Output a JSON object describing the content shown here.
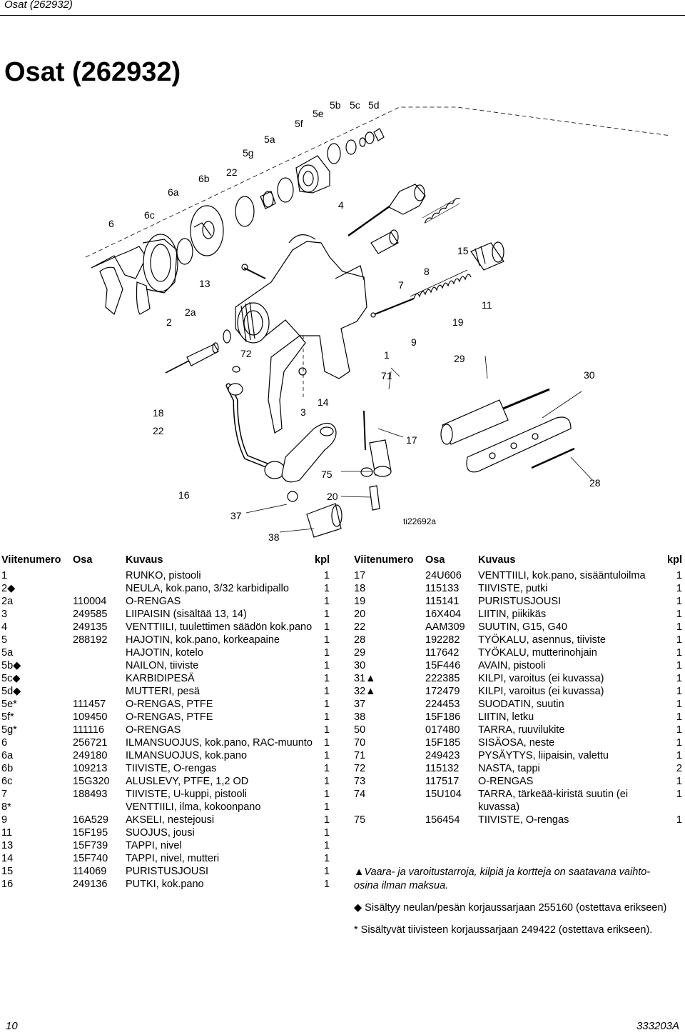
{
  "header": {
    "running_title": "Osat (262932)"
  },
  "page_title": "Osat (262932)",
  "diagram": {
    "reference": "ti22692a",
    "callouts": [
      "6",
      "6c",
      "6a",
      "6b",
      "22",
      "5g",
      "5a",
      "5f",
      "5e",
      "5b",
      "5c",
      "5d",
      "4",
      "15",
      "8",
      "7",
      "13",
      "2a",
      "2",
      "72",
      "1",
      "19",
      "11",
      "9",
      "71",
      "29",
      "30",
      "18",
      "22",
      "3",
      "14",
      "17",
      "16",
      "37",
      "38",
      "75",
      "20",
      "28"
    ]
  },
  "table_headers": {
    "ref": "Viitenumero",
    "part": "Osa",
    "desc": "Kuvaus",
    "qty": "kpl"
  },
  "parts_left": [
    {
      "ref": "1",
      "part": "",
      "desc": "RUNKO, pistooli",
      "qty": "1"
    },
    {
      "ref": "2◆",
      "part": "",
      "desc": "NEULA, kok.pano, 3/32 karbidipallo",
      "qty": "1"
    },
    {
      "ref": "2a",
      "part": "110004",
      "desc": "O-RENGAS",
      "qty": "1"
    },
    {
      "ref": "3",
      "part": "249585",
      "desc": "LIIPAISIN (sisältää 13, 14)",
      "qty": "1"
    },
    {
      "ref": "4",
      "part": "249135",
      "desc": "VENTTIILI, tuulettimen säädön kok.pano",
      "qty": "1"
    },
    {
      "ref": "5",
      "part": "288192",
      "desc": "HAJOTIN, kok.pano, korkeapaine",
      "qty": "1"
    },
    {
      "ref": "5a",
      "part": "",
      "desc": "HAJOTIN, kotelo",
      "qty": "1"
    },
    {
      "ref": "5b◆",
      "part": "",
      "desc": "NAILON, tiiviste",
      "qty": "1"
    },
    {
      "ref": "5c◆",
      "part": "",
      "desc": "KARBIDIPESÄ",
      "qty": "1"
    },
    {
      "ref": "5d◆",
      "part": "",
      "desc": "MUTTERI, pesä",
      "qty": "1"
    },
    {
      "ref": "5e*",
      "part": "111457",
      "desc": "O-RENGAS, PTFE",
      "qty": "1"
    },
    {
      "ref": "5f*",
      "part": "109450",
      "desc": "O-RENGAS, PTFE",
      "qty": "1"
    },
    {
      "ref": "5g*",
      "part": "111116",
      "desc": "O-RENGAS",
      "qty": "1"
    },
    {
      "ref": "6",
      "part": "256721",
      "desc": "ILMANSUOJUS, kok.pano, RAC-muunto",
      "qty": "1"
    },
    {
      "ref": "6a",
      "part": "249180",
      "desc": "ILMANSUOJUS, kok.pano",
      "qty": "1"
    },
    {
      "ref": "6b",
      "part": "109213",
      "desc": "TIIVISTE, O-rengas",
      "qty": "1"
    },
    {
      "ref": "6c",
      "part": "15G320",
      "desc": "ALUSLEVY, PTFE, 1,2 OD",
      "qty": "1"
    },
    {
      "ref": "7",
      "part": "188493",
      "desc": "TIIVISTE, U-kuppi, pistooli",
      "qty": "1"
    },
    {
      "ref": "8*",
      "part": "",
      "desc": "VENTTIILI, ilma, kokoonpano",
      "qty": "1"
    },
    {
      "ref": "9",
      "part": "16A529",
      "desc": "AKSELI, nestejousi",
      "qty": "1"
    },
    {
      "ref": "11",
      "part": "15F195",
      "desc": "SUOJUS, jousi",
      "qty": "1"
    },
    {
      "ref": "13",
      "part": "15F739",
      "desc": "TAPPI, nivel",
      "qty": "1"
    },
    {
      "ref": "14",
      "part": "15F740",
      "desc": "TAPPI, nivel, mutteri",
      "qty": "1"
    },
    {
      "ref": "15",
      "part": "114069",
      "desc": "PURISTUSJOUSI",
      "qty": "1"
    },
    {
      "ref": "16",
      "part": "249136",
      "desc": "PUTKI, kok.pano",
      "qty": "1"
    }
  ],
  "parts_right": [
    {
      "ref": "17",
      "part": "24U606",
      "desc": "VENTTIILI, kok.pano, sisääntuloilma",
      "qty": "1"
    },
    {
      "ref": "18",
      "part": "115133",
      "desc": "TIIVISTE, putki",
      "qty": "1"
    },
    {
      "ref": "19",
      "part": "115141",
      "desc": "PURISTUSJOUSI",
      "qty": "1"
    },
    {
      "ref": "20",
      "part": "16X404",
      "desc": "LIITIN, piikikäs",
      "qty": "1"
    },
    {
      "ref": "22",
      "part": "AAM309",
      "desc": "SUUTIN, G15, G40",
      "qty": "1"
    },
    {
      "ref": "28",
      "part": "192282",
      "desc": "TYÖKALU, asennus, tiiviste",
      "qty": "1"
    },
    {
      "ref": "29",
      "part": "117642",
      "desc": "TYÖKALU, mutterinohjain",
      "qty": "1"
    },
    {
      "ref": "30",
      "part": "15F446",
      "desc": "AVAIN, pistooli",
      "qty": "1"
    },
    {
      "ref": "31▲",
      "part": "222385",
      "desc": "KILPI, varoitus (ei kuvassa)",
      "qty": "1"
    },
    {
      "ref": "32▲",
      "part": "172479",
      "desc": "KILPI, varoitus (ei kuvassa)",
      "qty": "1"
    },
    {
      "ref": "37",
      "part": "224453",
      "desc": "SUODATIN, suutin",
      "qty": "1"
    },
    {
      "ref": "38",
      "part": "15F186",
      "desc": "LIITIN, letku",
      "qty": "1"
    },
    {
      "ref": "50",
      "part": "017480",
      "desc": "TARRA, ruuvilukite",
      "qty": "1"
    },
    {
      "ref": "70",
      "part": "15F185",
      "desc": "SISÄOSA, neste",
      "qty": "1"
    },
    {
      "ref": "71",
      "part": "249423",
      "desc": "PYSÄYTYS, liipaisin, valettu",
      "qty": "1"
    },
    {
      "ref": "72",
      "part": "115132",
      "desc": "NASTA, tappi",
      "qty": "2"
    },
    {
      "ref": "73",
      "part": "117517",
      "desc": "O-RENGAS",
      "qty": "1"
    },
    {
      "ref": "74",
      "part": "15U104",
      "desc": "TARRA, tärkeää-kiristä suutin (ei kuvassa)",
      "qty": "1"
    },
    {
      "ref": "75",
      "part": "156454",
      "desc": "TIIVISTE, O-rengas",
      "qty": "1"
    }
  ],
  "notes": {
    "warning": "▲Vaara- ja varoitustarroja, kilpiä ja kortteja on saatavana vaihto-osina ilman maksua.",
    "needle_kit": "◆ Sisältyy neulan/pesän korjaussarjaan 255160 (ostettava erikseen)",
    "seal_kit": "* Sisältyvät tiivisteen korjaussarjaan 249422 (ostettava erikseen)."
  },
  "footer": {
    "page_number": "10",
    "doc_number": "333203A"
  }
}
